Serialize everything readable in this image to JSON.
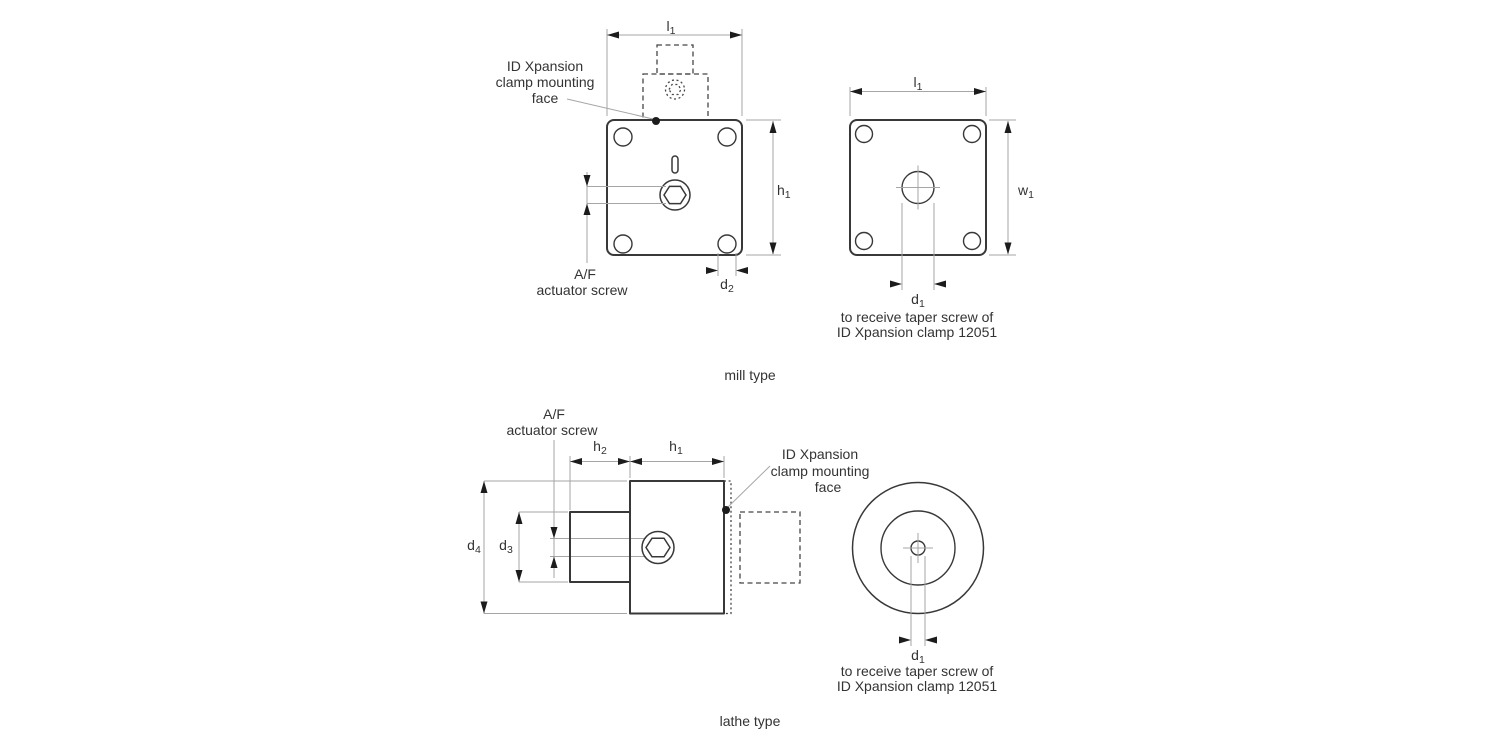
{
  "drawing": {
    "mill_caption": "mill type",
    "lathe_caption": "lathe type"
  },
  "dims": {
    "l1": {
      "base": "l",
      "sub": "1"
    },
    "h1": {
      "base": "h",
      "sub": "1"
    },
    "h2": {
      "base": "h",
      "sub": "2"
    },
    "w1": {
      "base": "w",
      "sub": "1"
    },
    "d1": {
      "base": "d",
      "sub": "1"
    },
    "d2": {
      "base": "d",
      "sub": "2"
    },
    "d3": {
      "base": "d",
      "sub": "3"
    },
    "d4": {
      "base": "d",
      "sub": "4"
    }
  },
  "labels": {
    "mounting_face": [
      "ID Xpansion",
      "clamp mounting",
      "face"
    ],
    "af_actuator": [
      "A/F",
      "actuator screw"
    ],
    "taper_note": [
      "to receive taper screw of",
      "ID Xpansion clamp 12051"
    ]
  },
  "colors": {
    "background": "#ffffff",
    "outline": "#383838",
    "thin_line": "#a6a6a6",
    "arrowhead": "#1c1c1c",
    "text": "#333333"
  }
}
